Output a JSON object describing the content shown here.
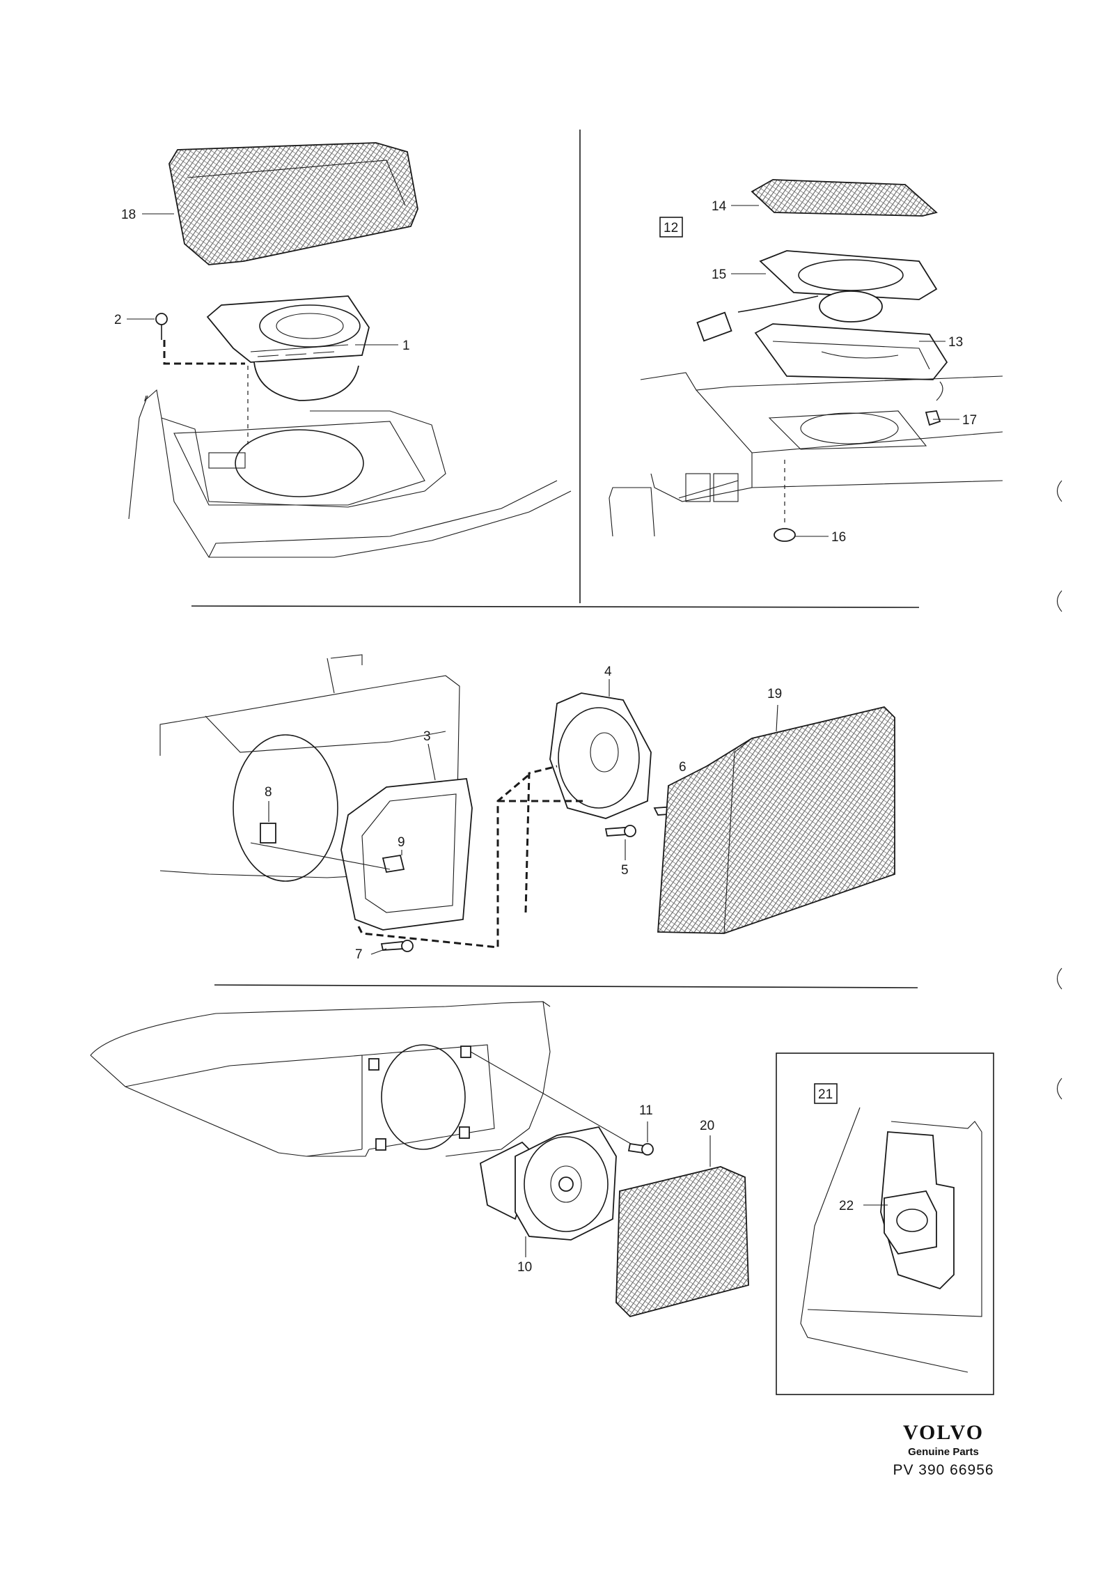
{
  "callouts": {
    "c1": "1",
    "c2": "2",
    "c3": "3",
    "c4": "4",
    "c5": "5",
    "c6": "6",
    "c7": "7",
    "c8": "8",
    "c9": "9",
    "c10": "10",
    "c11": "11",
    "c13": "13",
    "c14": "14",
    "c15": "15",
    "c16": "16",
    "c17": "17",
    "c18": "18",
    "c19": "19",
    "c20": "20",
    "c22": "22"
  },
  "boxed_labels": {
    "b12": "12",
    "b21": "21"
  },
  "footer": {
    "brand": "VOLVO",
    "subtitle": "Genuine Parts",
    "code": "PV 390 66956"
  },
  "colors": {
    "ink": "#1a1a1a",
    "paper": "#ffffff"
  }
}
